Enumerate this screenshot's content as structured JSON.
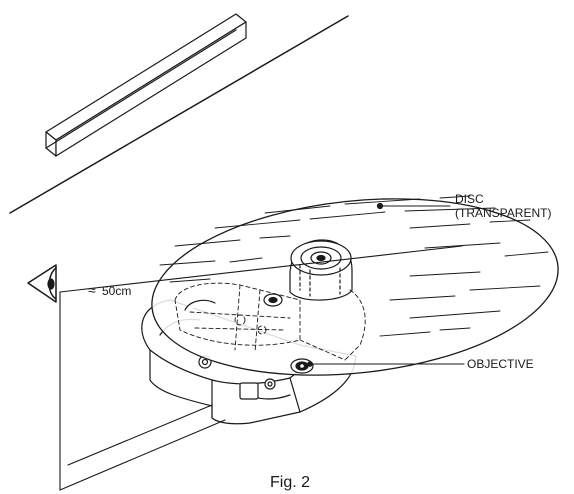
{
  "labels": {
    "disc_line1": "DISC",
    "disc_line2": "(TRANSPARENT)",
    "objective": "OBJECTIVE",
    "distance": "50cm",
    "approx_symbol": "≈"
  },
  "caption": "Fig. 2",
  "colors": {
    "ink": "#1a1a1a",
    "background": "#ffffff"
  },
  "icons": [
    "eye-icon"
  ]
}
